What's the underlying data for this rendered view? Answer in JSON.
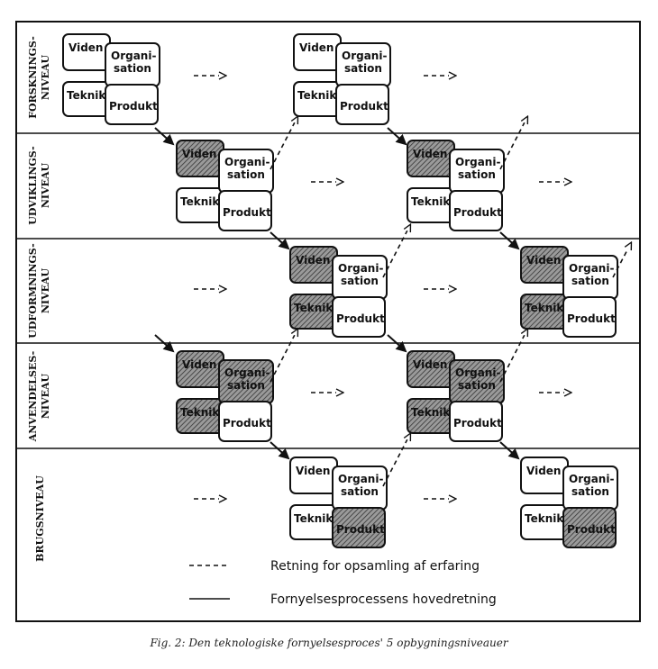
{
  "levels": [
    {
      "line1": "FORSKNINGS-",
      "line2": "NIVEAU"
    },
    {
      "line1": "UDVIKLINGS-",
      "line2": "NIVEAU"
    },
    {
      "line1": "UDFORMNINGS-",
      "line2": "NIVEAU"
    },
    {
      "line1": "ANVENDELSES-",
      "line2": "NIVEAU"
    },
    {
      "line1": "BRUGSNIVEAU",
      "line2": ""
    }
  ],
  "box_labels": {
    "viden": "Viden",
    "organisation_line1": "Organi-",
    "organisation_line2": "sation",
    "teknik": "Teknik",
    "produkt": "Produkt"
  },
  "legend": {
    "dashed": "Retning for opsamling af erfaring",
    "solid": "Fornyelsesprocessens hovedretning"
  },
  "caption": "Fig. 2: Den teknologiske fornyelsesproces' 5 opbygningsniveauer"
}
